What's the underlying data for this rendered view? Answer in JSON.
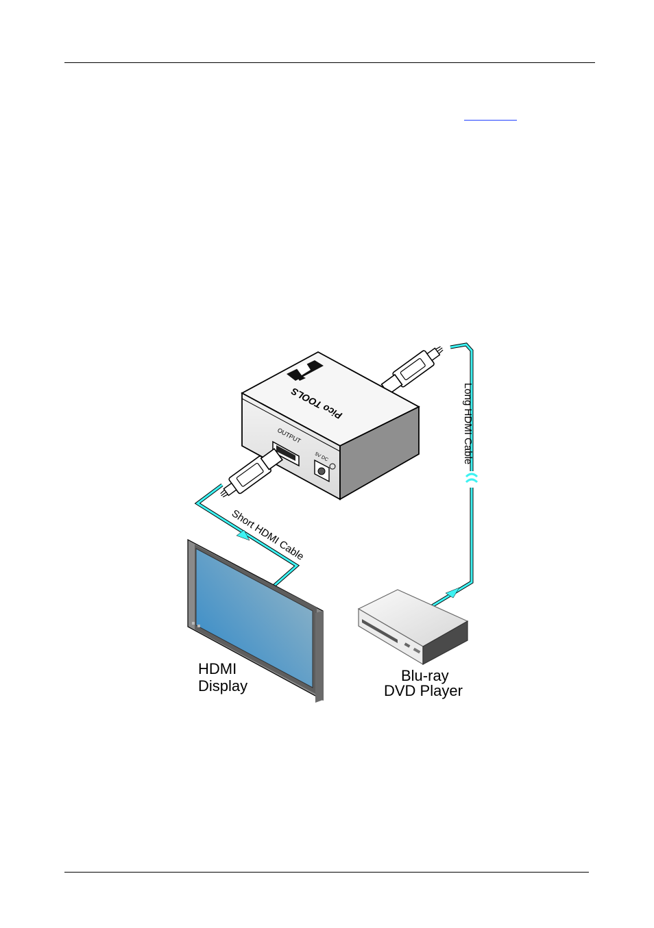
{
  "document": {
    "link_text": ""
  },
  "diagram": {
    "device": {
      "brand_text": "Pico TOOLS",
      "output_label": "OUTPUT",
      "power_label": "5V DC"
    },
    "cables": {
      "short_label": "Short HDMI Cable",
      "long_label": "Long HDMI Cable"
    },
    "display": {
      "label_line1": "HDMI",
      "label_line2": "Display"
    },
    "player": {
      "label_line1": "Blu-ray",
      "label_line2": "DVD Player"
    },
    "colors": {
      "cable": "#3ef2f2",
      "screen_top": "#2a86c9",
      "screen_bottom": "#7fb0c8",
      "bezel": "#777777"
    }
  }
}
